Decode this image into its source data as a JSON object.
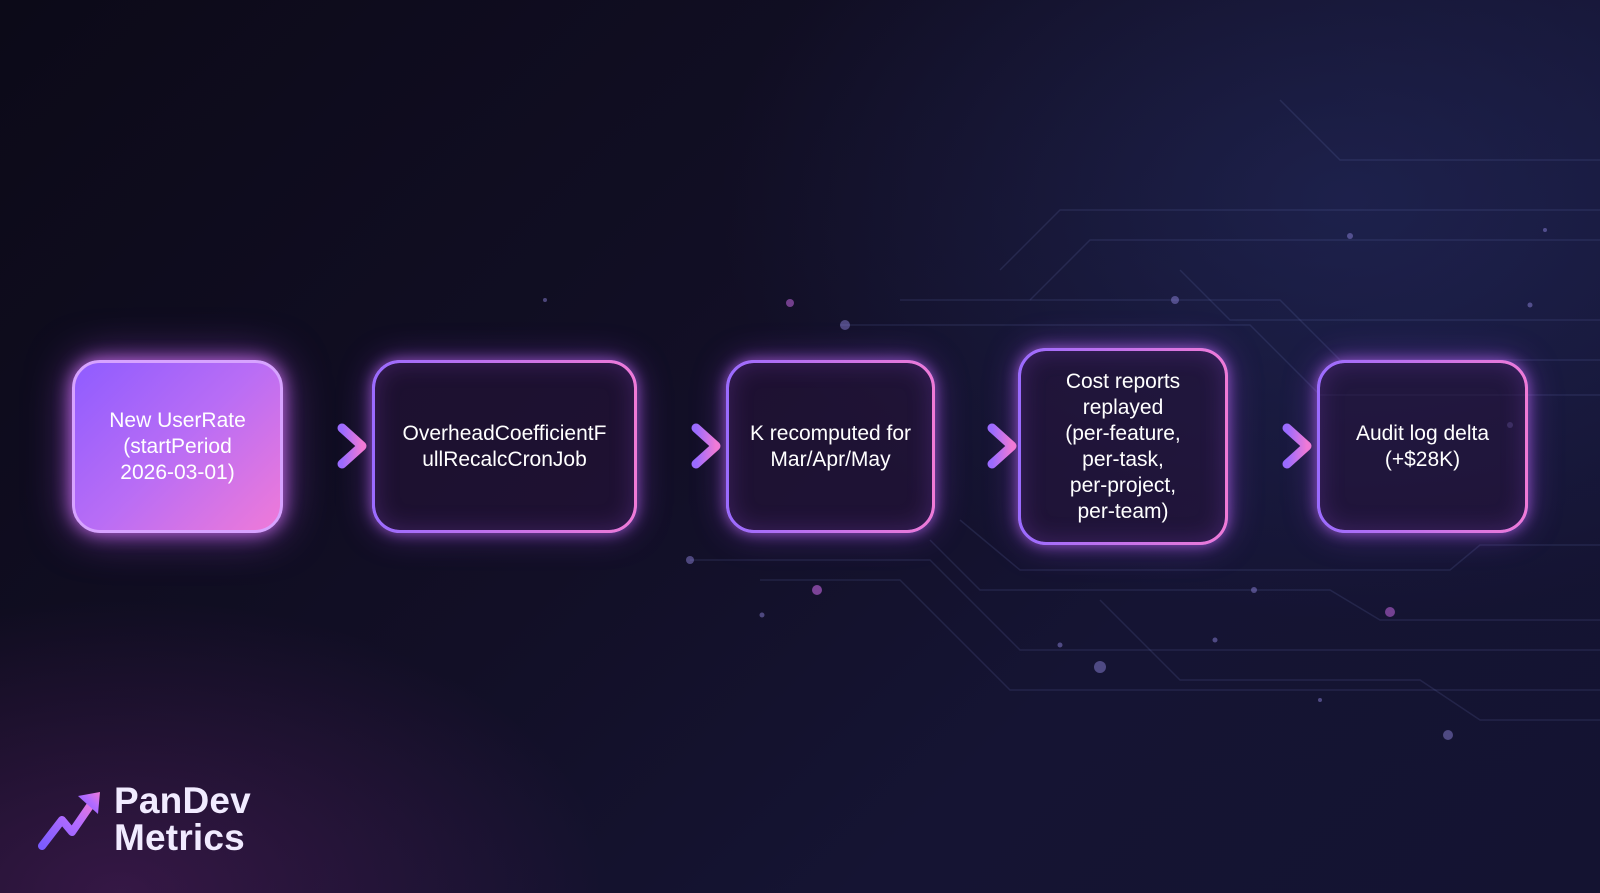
{
  "diagram": {
    "nodes": [
      {
        "id": "new-userrate",
        "label": "New UserRate\n(startPeriod\n2026-03-01)"
      },
      {
        "id": "cron-job",
        "label": "OverheadCoefficientF\nullRecalcCronJob"
      },
      {
        "id": "k-recomputed",
        "label": "K recomputed for\nMar/Apr/May"
      },
      {
        "id": "cost-reports",
        "label": "Cost reports\nreplayed\n(per-feature,\nper-task,\nper-project,\nper-team)"
      },
      {
        "id": "audit-log",
        "label": "Audit log delta\n(+$28K)"
      }
    ],
    "edges": [
      {
        "from": "new-userrate",
        "to": "cron-job"
      },
      {
        "from": "cron-job",
        "to": "k-recomputed"
      },
      {
        "from": "k-recomputed",
        "to": "cost-reports"
      },
      {
        "from": "cost-reports",
        "to": "audit-log"
      }
    ]
  },
  "logo": {
    "line1": "PanDev",
    "line2": "Metrics",
    "icon": "trending-up-arrow-icon"
  },
  "colors": {
    "accent_violet": "#9a6bff",
    "accent_pink": "#f07ad6",
    "background": "#0d0b1c"
  }
}
